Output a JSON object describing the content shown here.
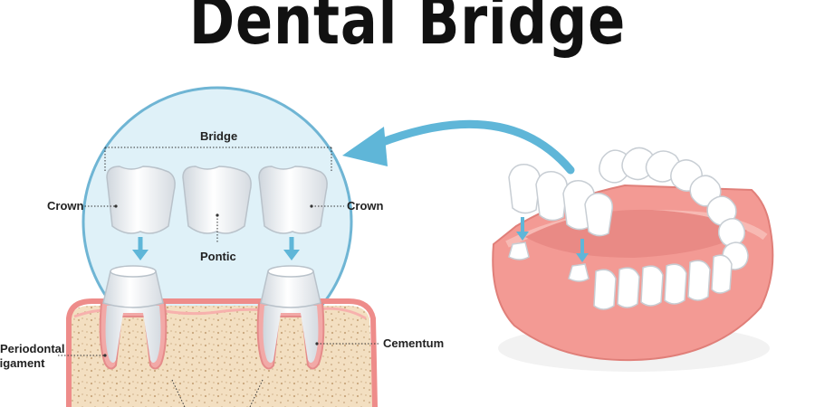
{
  "title": "Dental Bridge",
  "labels": {
    "bridge": "Bridge",
    "crown_left": "Crown",
    "crown_right": "Crown",
    "pontic": "Pontic",
    "cementum": "Cementum",
    "periodontal_line1": "Periodontal",
    "periodontal_line2": "ligament"
  },
  "colors": {
    "circle_fill": "#dff1f8",
    "circle_stroke": "#6fb5d4",
    "arrow": "#5fb6d8",
    "bone": "#f3dfc1",
    "gum": "#f39c9c",
    "tooth": "#ffffff",
    "tooth_shade": "#d7dde3"
  }
}
